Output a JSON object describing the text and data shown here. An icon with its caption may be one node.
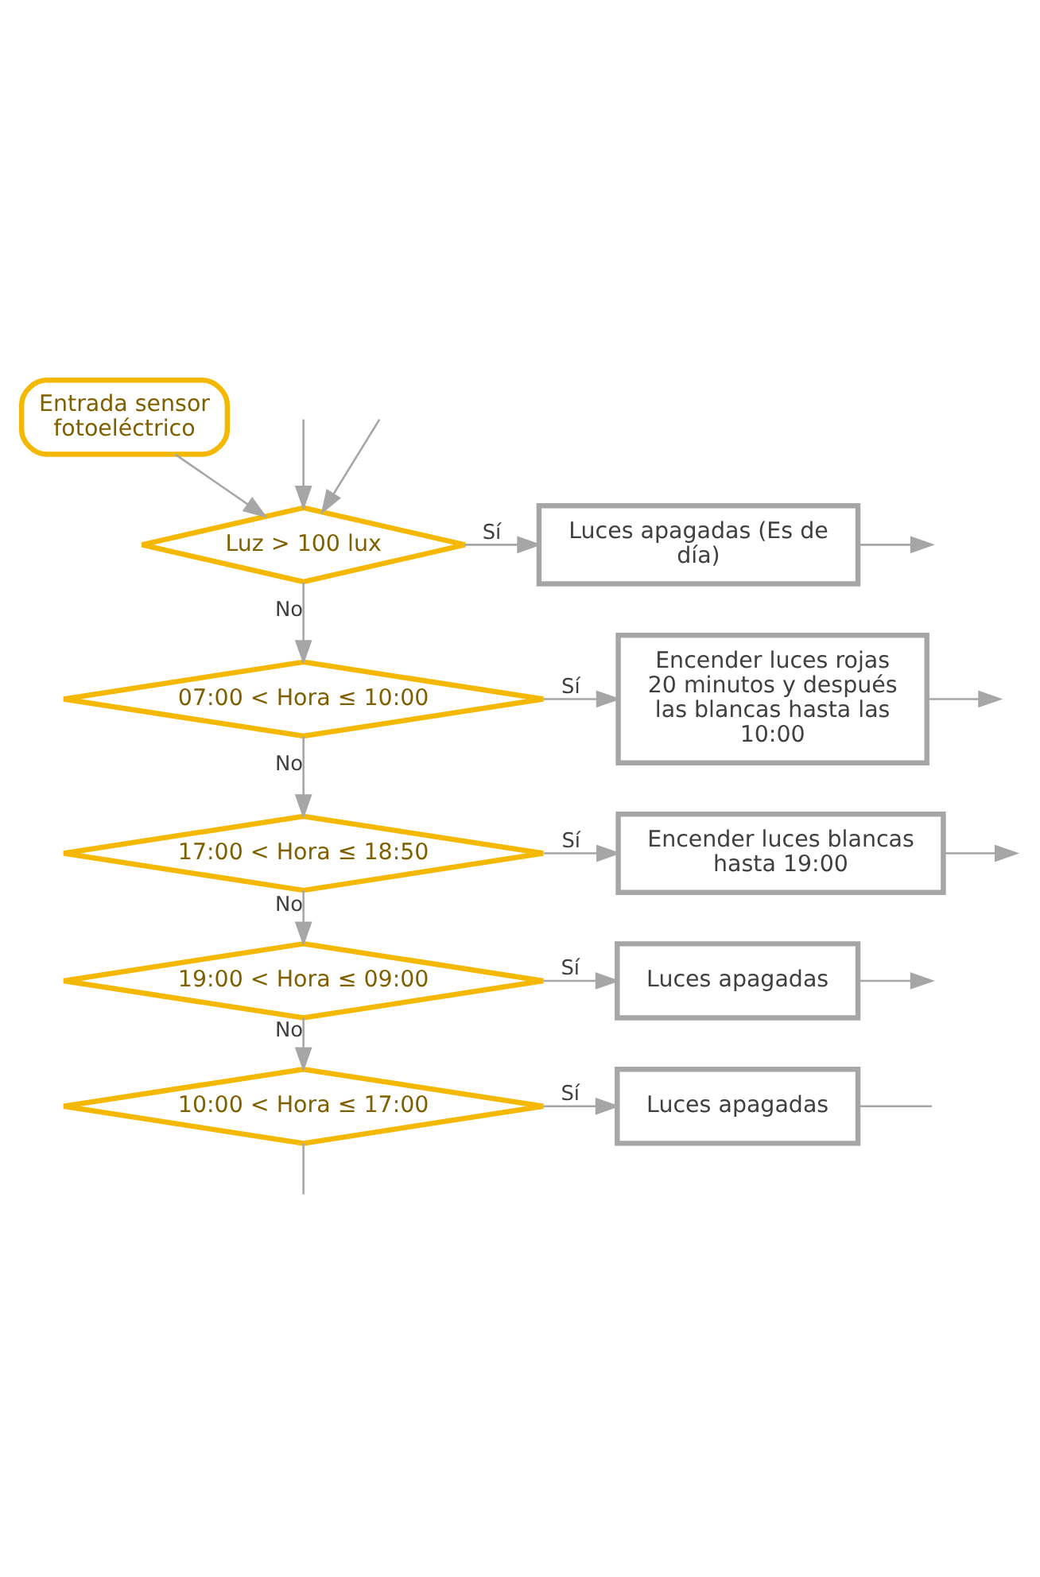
{
  "diagram": {
    "nodes": [
      {
        "text": [
          "Entrada sensor fotoeléctrico"
        ]
      },
      {
        "text": [
          "Luz > 100 lux"
        ]
      },
      {
        "text": [
          "Luces apagadas (Es de día)"
        ]
      },
      {
        "text": [
          "07:00 < Hora ≤ 10:00"
        ]
      },
      {
        "text": [
          "Encender luces rojas 20 minutos y después las blancas hasta las 10:00"
        ]
      },
      {
        "text": [
          "17:00 < Hora ≤ 18:50"
        ]
      },
      {
        "text": [
          "Encender luces blancas hasta 19:00"
        ]
      },
      {
        "text": [
          "19:00 < Hora ≤ 09:00"
        ]
      },
      {
        "text": [
          "Luces apagadas"
        ]
      },
      {
        "text": [
          "10:00 < Hora ≤ 17:00"
        ]
      },
      {
        "text": [
          "Luces apagadas"
        ]
      }
    ],
    "edges": [
      {
        "from": 0,
        "to": 1,
        "arrow": "to"
      },
      {
        "from": null,
        "to": 1,
        "arrow": "to"
      },
      {
        "from": null,
        "to": 1,
        "arrow": "to"
      },
      {
        "from": 1,
        "to": 2,
        "label": "Sí",
        "arrow": "to"
      },
      {
        "from": 2,
        "to": null,
        "arrow": "to"
      },
      {
        "from": 1,
        "to": 3,
        "label": "No",
        "arrow": "to"
      },
      {
        "from": 3,
        "to": 4,
        "label": "Sí",
        "arrow": "to"
      },
      {
        "from": 4,
        "to": null,
        "arrow": "to"
      },
      {
        "from": 3,
        "to": 5,
        "label": "No",
        "arrow": "to"
      },
      {
        "from": 5,
        "to": 6,
        "label": "Sí",
        "arrow": "to"
      },
      {
        "from": 6,
        "to": null,
        "arrow": "to"
      },
      {
        "from": 5,
        "to": 7,
        "label": "No",
        "arrow": "to"
      },
      {
        "from": 7,
        "to": 8,
        "label": "Sí",
        "arrow": "to"
      },
      {
        "from": 8,
        "to": null,
        "arrow": "to"
      },
      {
        "from": 7,
        "to": 9,
        "label": "No",
        "arrow": "to"
      },
      {
        "from": 9,
        "to": 10,
        "label": "Sí",
        "arrow": "to"
      },
      {
        "from": 10,
        "to": null,
        "arrow": "none"
      },
      {
        "from": 9,
        "to": null,
        "arrow": "none"
      }
    ]
  }
}
